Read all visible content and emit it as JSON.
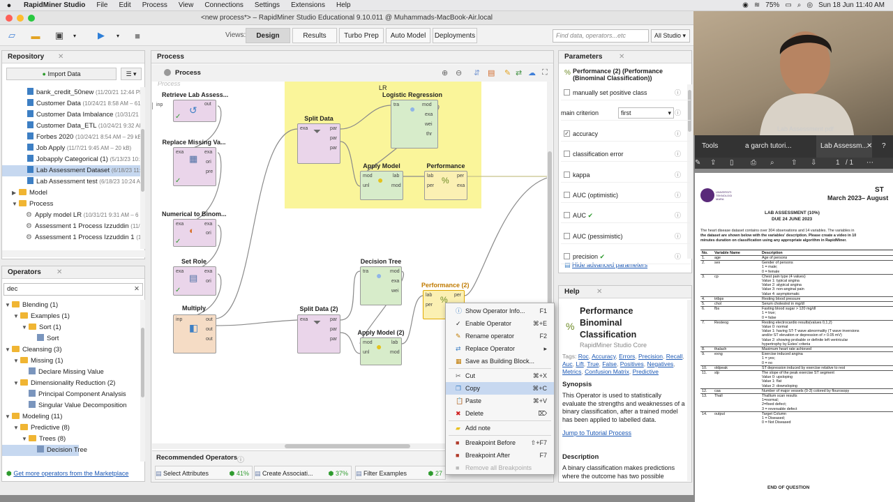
{
  "os": {
    "menubar": {
      "app": "RapidMiner Studio",
      "items": [
        "File",
        "Edit",
        "Process",
        "View",
        "Connections",
        "Settings",
        "Extensions",
        "Help"
      ],
      "battery": "75%",
      "datetime": "Sun 18 Jun  11:40 AM"
    }
  },
  "window": {
    "title": "<new process*> – RapidMiner Studio Educational 9.10.011 @ Muhammads-MacBook-Air.local"
  },
  "toolbar": {
    "views_label": "Views:",
    "views": [
      "Design",
      "Results",
      "Turbo Prep",
      "Auto Model",
      "Deployments"
    ],
    "active_view": "Design",
    "search_placeholder": "Find data, operators...etc",
    "scope": "All Studio"
  },
  "repository": {
    "title": "Repository",
    "import_label": "Import Data",
    "items": [
      {
        "name": "bank_credit_50new",
        "meta": "(11/20/21 12:44 PM"
      },
      {
        "name": "Customer Data",
        "meta": "(10/24/21 8:58 AM – 61 kE"
      },
      {
        "name": "Customer Data Imbalance",
        "meta": "(10/31/21 9:"
      },
      {
        "name": "Customer Data_ETL",
        "meta": "(10/24/21 9:32 AM –"
      },
      {
        "name": "Forbes 2020",
        "meta": "(10/24/21 8:54 AM – 29 kB"
      },
      {
        "name": "Job Apply",
        "meta": "(11/7/21 9:45 AM – 20 kB)"
      },
      {
        "name": "Jobapply Categorical (1)",
        "meta": "(5/13/23 10:19"
      },
      {
        "name": "Lab Assessment Dataset",
        "meta": "(6/18/23 11:33"
      },
      {
        "name": "Lab Assessment test",
        "meta": "(6/18/23 10:24 AM"
      }
    ],
    "folders": [
      "Model",
      "Process"
    ],
    "process_items": [
      {
        "name": "Apply model LR",
        "meta": "(10/31/21 9:31 AM – 6 kE"
      },
      {
        "name": "Assessment 1 Process Izzuddin",
        "meta": "(11/21/"
      },
      {
        "name": "Assessment 1 Process Izzuddin 1",
        "meta": "(11/2"
      }
    ]
  },
  "operators": {
    "title": "Operators",
    "search_value": "dec",
    "tree": [
      {
        "label": "Blending (1)",
        "level": 0,
        "kind": "folder"
      },
      {
        "label": "Examples (1)",
        "level": 1,
        "kind": "folder"
      },
      {
        "label": "Sort (1)",
        "level": 2,
        "kind": "folder"
      },
      {
        "label": "Sort",
        "level": 3,
        "kind": "op"
      },
      {
        "label": "Cleansing (3)",
        "level": 0,
        "kind": "folder"
      },
      {
        "label": "Missing (1)",
        "level": 1,
        "kind": "folder"
      },
      {
        "label": "Declare Missing Value",
        "level": 2,
        "kind": "op"
      },
      {
        "label": "Dimensionality Reduction (2)",
        "level": 1,
        "kind": "folder"
      },
      {
        "label": "Principal Component Analysis",
        "level": 2,
        "kind": "op"
      },
      {
        "label": "Singular Value Decomposition",
        "level": 2,
        "kind": "op"
      },
      {
        "label": "Modeling (11)",
        "level": 0,
        "kind": "folder"
      },
      {
        "label": "Predictive (8)",
        "level": 1,
        "kind": "folder"
      },
      {
        "label": "Trees (8)",
        "level": 2,
        "kind": "folder"
      },
      {
        "label": "Decision Tree",
        "level": 3,
        "kind": "op"
      }
    ],
    "marketplace_link": "Get more operators from the Marketplace"
  },
  "process": {
    "title": "Process",
    "breadcrumb": "Process",
    "subprocess_label": "LR",
    "watermark": "Process",
    "operators": {
      "retrieve": "Retrieve Lab Assess...",
      "replace_missing": "Replace Missing Va...",
      "num_to_binom": "Numerical to Binom...",
      "set_role": "Set Role",
      "multiply": "Multiply",
      "split_data": "Split Data",
      "logistic_regression": "Logistic Regression",
      "apply_model": "Apply Model",
      "performance": "Performance",
      "split_data_2": "Split Data (2)",
      "decision_tree": "Decision Tree",
      "apply_model_2": "Apply Model (2)",
      "performance_2": "Performance (2)"
    },
    "ports": {
      "inp": "inp",
      "out": "out",
      "exa": "exa",
      "ori": "ori",
      "pre": "pre",
      "par": "par",
      "tra": "tra",
      "mod": "mod",
      "wei": "wei",
      "thr": "thr",
      "lab": "lab",
      "unl": "unl",
      "per": "per"
    }
  },
  "context_menu": {
    "items": [
      {
        "label": "Show Operator Info...",
        "shortcut": "F1",
        "icon": "info-icon"
      },
      {
        "label": "Enable Operator",
        "shortcut": "⌘+E",
        "icon": "check-icon"
      },
      {
        "label": "Rename operator",
        "shortcut": "F2",
        "icon": "pencil-icon"
      },
      {
        "label": "Replace Operator",
        "shortcut": "▸",
        "icon": "replace-icon"
      },
      {
        "label": "Save as Building Block...",
        "shortcut": "",
        "icon": "block-icon"
      },
      {
        "label": "Cut",
        "shortcut": "⌘+X",
        "icon": "scissors-icon"
      },
      {
        "label": "Copy",
        "shortcut": "⌘+C",
        "icon": "copy-icon"
      },
      {
        "label": "Paste",
        "shortcut": "⌘+V",
        "icon": "paste-icon"
      },
      {
        "label": "Delete",
        "shortcut": "⌦",
        "icon": "delete-icon"
      },
      {
        "label": "Add note",
        "shortcut": "",
        "icon": "note-icon"
      },
      {
        "label": "Breakpoint Before",
        "shortcut": "⇧+F7",
        "icon": "breakpoint-before-icon"
      },
      {
        "label": "Breakpoint After",
        "shortcut": "F7",
        "icon": "breakpoint-after-icon"
      },
      {
        "label": "Remove all Breakpoints",
        "shortcut": "",
        "icon": "breakpoint-remove-icon"
      }
    ],
    "highlighted": "Copy"
  },
  "recommended": {
    "title": "Recommended Operators",
    "items": [
      {
        "label": "Select Attributes",
        "pct": "41%"
      },
      {
        "label": "Create Associati...",
        "pct": "37%"
      },
      {
        "label": "Filter Examples",
        "pct": "27"
      }
    ]
  },
  "parameters": {
    "title": "Parameters",
    "operator": "Performance (2) (Performance (Binominal Classification))",
    "rows": [
      {
        "label": "manually set positive class",
        "checked": false
      },
      {
        "label": "main criterion",
        "value": "first"
      },
      {
        "label": "accuracy",
        "checked": true
      },
      {
        "label": "classification error",
        "checked": false
      },
      {
        "label": "kappa",
        "checked": false
      },
      {
        "label": "AUC (optimistic)",
        "checked": false
      },
      {
        "label": "AUC",
        "checked": false
      },
      {
        "label": "AUC (pessimistic)",
        "checked": false
      },
      {
        "label": "precision",
        "checked": false
      }
    ],
    "hide_link": "Hide advanced parameters"
  },
  "help": {
    "title": "Help",
    "op_title": "Performance Binominal Classification",
    "subtitle": "RapidMiner Studio Core",
    "tags_label": "Tags:",
    "tags": [
      "Roc",
      "Accuracy",
      "Errors",
      "Precision",
      "Recall",
      "Auc",
      "Lift",
      "True",
      "False",
      "Positives",
      "Negatives",
      "Metrics",
      "Confusion Matrix",
      "Predictive"
    ],
    "synopsis_heading": "Synopsis",
    "synopsis": "This Operator is used to statistically evaluate the strengths and weaknesses of a binary classification, after a trained model has been applied to labelled data.",
    "tutorial_link": "Jump to Tutorial Process",
    "description_heading": "Description",
    "description": "A binary classification makes predictions where the outcome has two possible"
  },
  "pdf": {
    "file": "Lab Assessment.pdf",
    "tabs": [
      "Tools",
      "a garch tutori...",
      "Lab Assessm..."
    ],
    "page": "1",
    "pages": "/  1",
    "uni": "UNIVERSITI TEKNOLOGI MARA",
    "header_title": "ST",
    "header_date": "March 2023– August",
    "heading": "LAB ASSESSMENT (10%)",
    "due": "DUE 24 JUNE 2023",
    "intro": [
      "The heart disease dataset contains over 304 observations and 14 variables. The variables in",
      "the dataset are shown below with the variables' description. Please create a video in 10",
      "minutes duration on classification using any appropriate algorithm in RapidMiner."
    ],
    "table_header": [
      "No.",
      "Variable Name",
      "Description"
    ],
    "rows": [
      {
        "no": "1.",
        "var": "age",
        "desc": [
          "Age of persons"
        ]
      },
      {
        "no": "2.",
        "var": "sex",
        "desc": [
          "Gender of persons",
          "1 = male;",
          "0 = female"
        ]
      },
      {
        "no": "3.",
        "var": "cp",
        "desc": [
          "Chest pain type (4 values)",
          "Value 1: typical angina",
          "Value 2: atypical angina",
          "Value 3: non-anginal pain",
          "Value 4: asymptomatic"
        ]
      },
      {
        "no": "4.",
        "var": "trtbps",
        "desc": [
          "Resting blood pressure"
        ]
      },
      {
        "no": "5.",
        "var": "chol",
        "desc": [
          "Serum cholestrol in mg/dl"
        ]
      },
      {
        "no": "6.",
        "var": "fbs",
        "desc": [
          "Fasting blood sugar > 120 mg/dl",
          "1 = true;",
          "0 = false"
        ]
      },
      {
        "no": "7.",
        "var": "Resteog",
        "desc": [
          "Resting electrocardio results(values 0,1,2)",
          "Value 0: normal",
          "Value 1: having ST-T wave abnormality (T wave inversions",
          "and/or ST elevation or depression of > 0.05 mV)",
          "Value 2: showing probable or definite left ventricular",
          "hypertrophy by Estes' criteria"
        ]
      },
      {
        "no": "8.",
        "var": "thalach",
        "desc": [
          "Maximum heart rate achieved"
        ]
      },
      {
        "no": "9.",
        "var": "exng",
        "desc": [
          "Exercise induced angina",
          "1 = yes;",
          "0 = no"
        ]
      },
      {
        "no": "10.",
        "var": "oldpeak",
        "desc": [
          "ST depression induced by exercise relative to rest"
        ]
      },
      {
        "no": "11.",
        "var": "slp",
        "desc": [
          "The slope of the peak exercise ST segment",
          "Value 0: upsloping",
          "Value 1: flat",
          "Value 2: downsloping"
        ]
      },
      {
        "no": "12.",
        "var": "caa",
        "desc": [
          "Number of major vessels (0-3) colored by flourosopy"
        ]
      },
      {
        "no": "13.",
        "var": "Thall",
        "desc": [
          "Thallium scan results",
          "1=normal;",
          "2=fixed defect;",
          "3 = reversable defect"
        ]
      },
      {
        "no": "14.",
        "var": "output",
        "desc": [
          "Target Column",
          "1 = Diseased;",
          "0 = Not Diseased"
        ]
      }
    ],
    "footer": "END OF QUESTION"
  }
}
